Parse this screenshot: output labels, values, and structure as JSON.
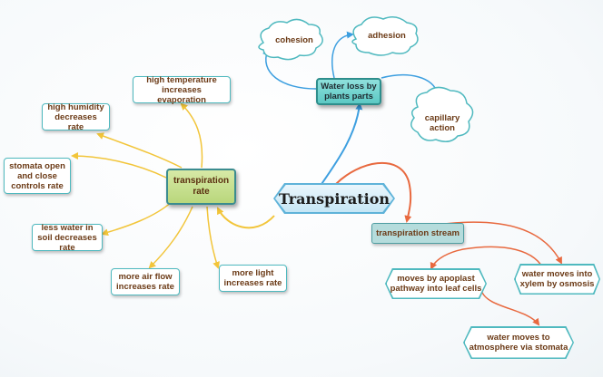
{
  "central": {
    "label": "Transpiration"
  },
  "rate": {
    "label": "transpiration rate",
    "factors": [
      "high temperature increases evaporation",
      "high humidity decreases rate",
      "stomata open and close controls rate",
      "less water in soil decreases rate",
      "more air flow increases rate",
      "more light increases rate"
    ]
  },
  "water_loss": {
    "label": "Water loss by plants parts",
    "forces": [
      "cohesion",
      "adhesion",
      "capillary action"
    ]
  },
  "stream": {
    "label": "transpiration stream",
    "steps": [
      "moves by apoplast pathway into leaf cells",
      "water moves into xylem by osmosis",
      "water moves to atmosphere via stomata"
    ]
  },
  "colors": {
    "rate_link": "#f2c53a",
    "water_link": "#3d9fe0",
    "stream_link": "#e8693f",
    "leaf_border": "#4fb9bf"
  }
}
